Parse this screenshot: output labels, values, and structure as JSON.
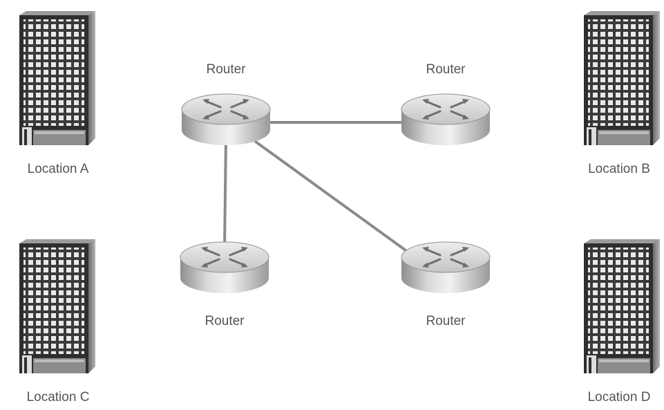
{
  "locations": [
    {
      "id": "a",
      "label": "Location A"
    },
    {
      "id": "b",
      "label": "Location B"
    },
    {
      "id": "c",
      "label": "Location C"
    },
    {
      "id": "d",
      "label": "Location D"
    }
  ],
  "routers": [
    {
      "id": "r1",
      "label": "Router"
    },
    {
      "id": "r2",
      "label": "Router"
    },
    {
      "id": "r3",
      "label": "Router"
    },
    {
      "id": "r4",
      "label": "Router"
    }
  ],
  "links": [
    {
      "from": "r1",
      "to": "r2"
    },
    {
      "from": "r1",
      "to": "r3"
    },
    {
      "from": "r1",
      "to": "r4"
    }
  ]
}
